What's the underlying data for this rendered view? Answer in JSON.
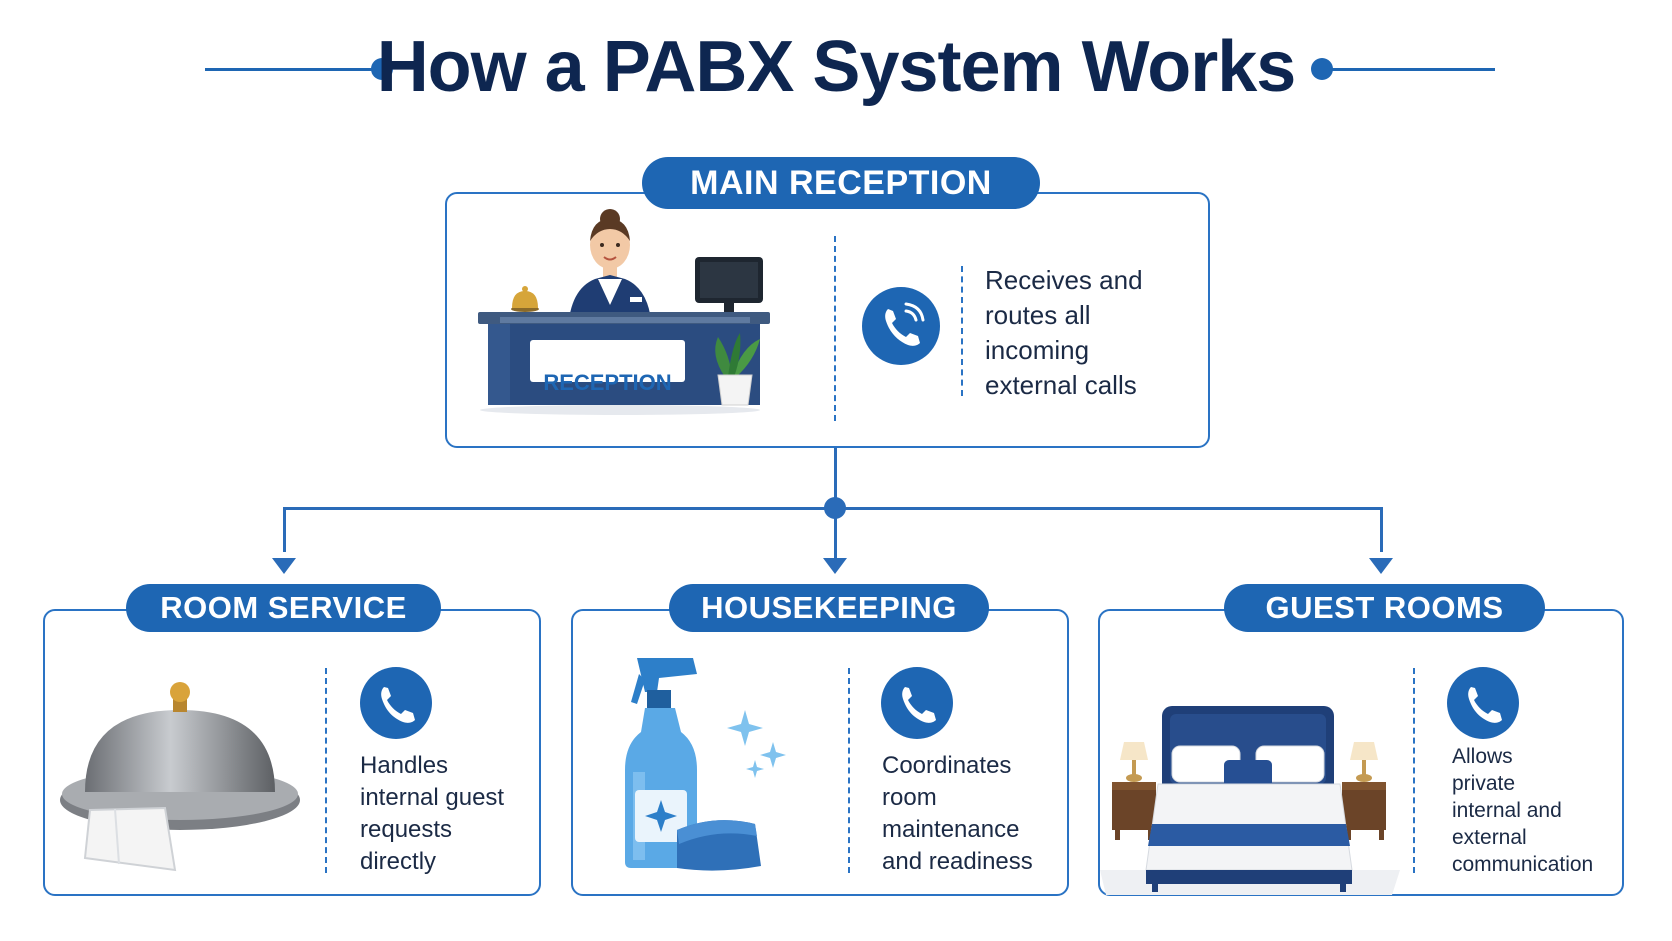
{
  "title": "How a PABX System Works",
  "colors": {
    "primary": "#1e66b3",
    "title": "#0e2650",
    "text": "#1b2a45"
  },
  "main": {
    "label": "MAIN RECEPTION",
    "sign": "RECEPTION",
    "icon": "phone-ringing-icon",
    "desc": [
      "Receives and",
      "routes all",
      "incoming",
      "external calls"
    ]
  },
  "departments": [
    {
      "label": "ROOM SERVICE",
      "icon": "phone-icon",
      "illustration": "serving-cloche-icon",
      "desc": [
        "Handles",
        "internal guest",
        "requests",
        "directly"
      ]
    },
    {
      "label": "HOUSEKEEPING",
      "icon": "phone-icon",
      "illustration": "spray-bottle-icon",
      "desc": [
        "Coordinates",
        "room",
        "maintenance",
        "and readiness"
      ]
    },
    {
      "label": "GUEST ROOMS",
      "icon": "phone-icon",
      "illustration": "bed-icon",
      "desc": [
        "Allows",
        "private",
        "internal and",
        "external",
        "communication"
      ]
    }
  ]
}
